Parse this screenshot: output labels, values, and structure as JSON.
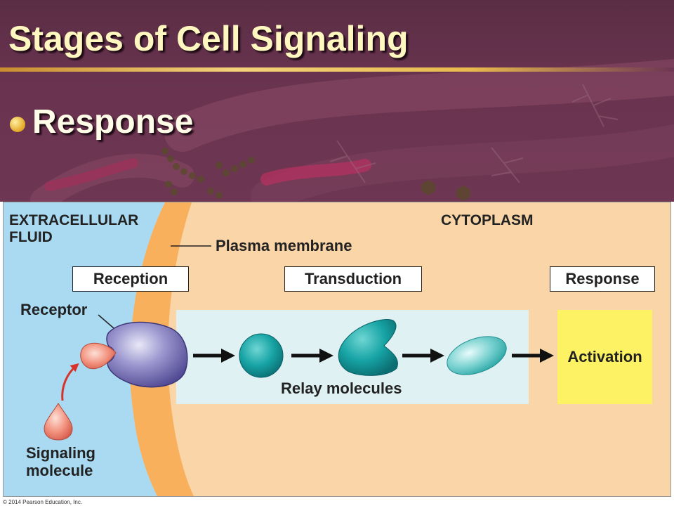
{
  "slide": {
    "title": "Stages of Cell Signaling",
    "bullet": "Response",
    "colors": {
      "background": "#6a3450",
      "title_text": "#fff7c0",
      "rule": "#e8b94e"
    }
  },
  "diagram": {
    "regions": {
      "extracellular": "EXTRACELLULAR\nFLUID",
      "cytoplasm": "CYTOPLASM"
    },
    "membrane_label": "Plasma membrane",
    "stages": [
      "Reception",
      "Transduction",
      "Response"
    ],
    "receptor_label": "Receptor",
    "signal_label": "Signaling\nmolecule",
    "relay_label": "Relay molecules",
    "activation_label": "Activation",
    "colors": {
      "extracellular": "#a9daf1",
      "membrane": "#f9b05c",
      "cytoplasm": "#f9d5a8",
      "relay_panel": "#dff1f3",
      "receptor": "#7a73b8",
      "signal": "#f08a78",
      "relay": "#19a7a8",
      "activation": "#fcf263"
    }
  },
  "footer": {
    "copyright": "© 2014 Pearson Education, Inc."
  }
}
